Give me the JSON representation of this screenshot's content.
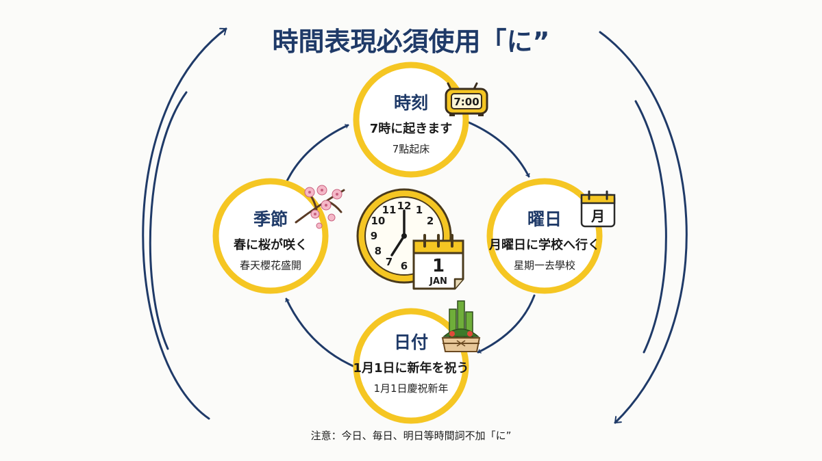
{
  "title": "時間表現必須使用「に”",
  "nodes": [
    {
      "id": "time",
      "head": "時刻",
      "jp": "7時に起きます",
      "zh": "7點起床",
      "icon": "alarm-clock-icon",
      "icon_text": "7:00"
    },
    {
      "id": "week",
      "head": "曜日",
      "jp": "月曜日に学校へ行く",
      "zh": "星期一去學校",
      "icon": "calendar-icon",
      "icon_text": "月"
    },
    {
      "id": "date",
      "head": "日付",
      "jp": "1月1日に新年を祝う",
      "zh": "1月1日慶祝新年",
      "icon": "kadomatsu-icon"
    },
    {
      "id": "season",
      "head": "季節",
      "jp": "春に桜が咲く",
      "zh": "春天櫻花盛開",
      "icon": "cherry-blossom-icon"
    }
  ],
  "center": {
    "clock_numbers": [
      "12",
      "1",
      "2",
      "6",
      "7",
      "8",
      "9",
      "10",
      "11"
    ],
    "calendar_day": "1",
    "calendar_month": "JAN",
    "icons": [
      "clock-icon",
      "calendar-icon"
    ]
  },
  "note": "注意：今日、毎日、明日等時間詞不加「に”",
  "colors": {
    "accent": "#f5c623",
    "navy": "#1f3a68",
    "text": "#1b1b1b",
    "background": "#fbfbf9"
  }
}
